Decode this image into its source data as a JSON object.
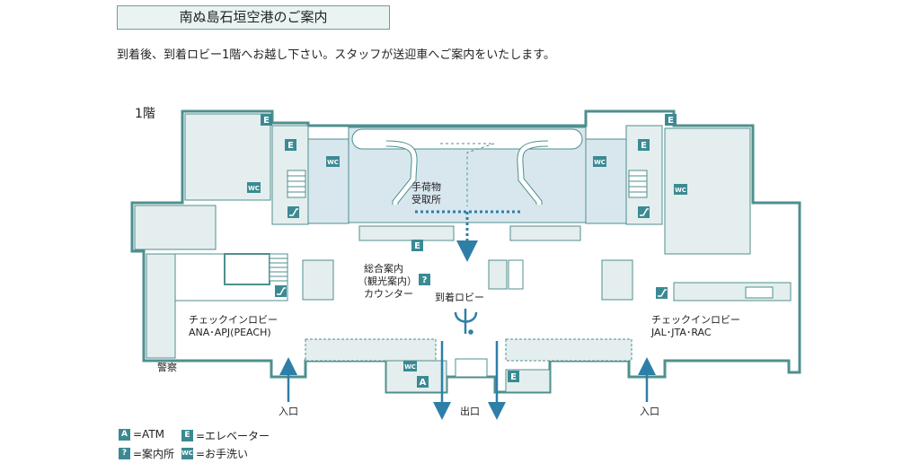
{
  "header": {
    "title": "南ぬ島石垣空港のご案内",
    "instruction": "到着後、到着ロビー1階へお越し下さい。スタッフが送迎車へご案内をいたします。"
  },
  "map": {
    "floor": "1階",
    "labels": {
      "baggage_claim_line1": "手荷物",
      "baggage_claim_line2": "受取所",
      "info_line1": "総合案内",
      "info_line2": "（観光案内）",
      "info_line3": "カウンター",
      "arrival_lobby": "到着ロビー",
      "checkin_left_line1": "チェックインロビー",
      "checkin_left_line2": "ANA･APJ(PEACH)",
      "checkin_right_line1": "チェックインロビー",
      "checkin_right_line2": "JAL･JTA･RAC",
      "police": "警察",
      "entrance_left": "入口",
      "exit": "出口",
      "entrance_right": "入口"
    },
    "icons": {
      "elevator": "E",
      "restroom": "WC",
      "atm": "A",
      "info": "?"
    }
  },
  "legend": {
    "atm": {
      "badge": "A",
      "text": "=ATM"
    },
    "elevator": {
      "badge": "E",
      "text": "=エレベーター"
    },
    "info": {
      "badge": "?",
      "text": "=案内所"
    },
    "restroom": {
      "badge": "WC",
      "text": "=お手洗い"
    }
  },
  "colors": {
    "wall": "#4f8f8f",
    "fill_light": "#e4eeee",
    "fill_blue": "#d8e7ee",
    "accent": "#3b8a93",
    "arrow": "#2e7fa7"
  }
}
